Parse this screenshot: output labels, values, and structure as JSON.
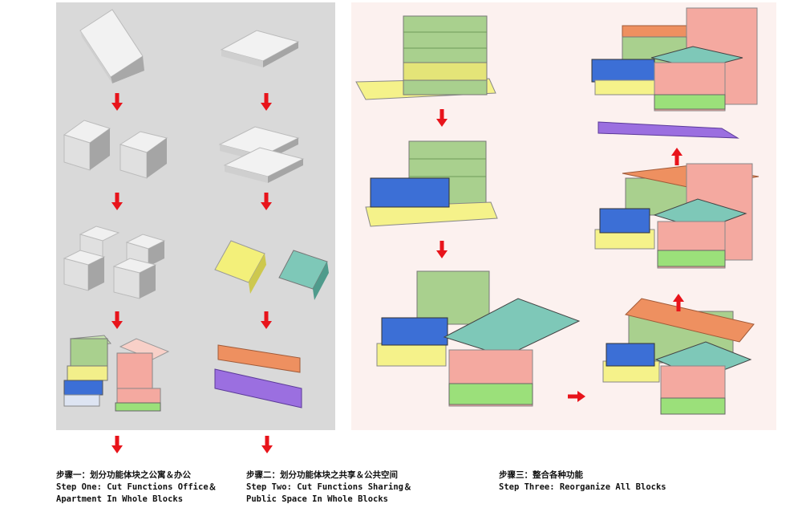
{
  "steps": [
    {
      "cn": "步骤一：划分功能体块之公寓＆办公",
      "en1": "Step One: Cut Functions Office＆",
      "en2": "Apartment In Whole Blocks"
    },
    {
      "cn": "步骤二：划分功能体块之共享＆公共空间",
      "en1": "Step Two: Cut Functions Sharing＆",
      "en2": "Public Space In Whole Blocks"
    },
    {
      "cn": "步骤三：整合各种功能",
      "en1": "Step Three: Reorganize All Blocks",
      "en2": ""
    }
  ],
  "colors": {
    "arrow": "#e8141b",
    "grey_block": "#e6e6e6",
    "office_green": "#a9d08e",
    "office_yellow": "#f2ef8a",
    "apartment_pink": "#f4a9a0",
    "apartment_green": "#9be07a",
    "sharing_blue": "#3c6fd6",
    "public_yellow": "#f3f07a",
    "public_teal": "#7ec8b8",
    "roof_orange": "#ee9060",
    "base_purple": "#9b6fe0"
  }
}
